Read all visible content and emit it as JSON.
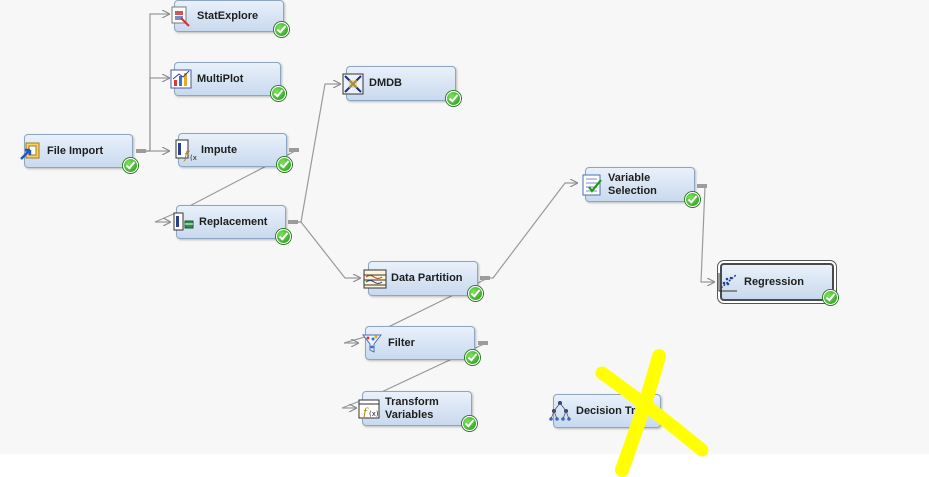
{
  "diagram": {
    "nodes": [
      {
        "id": "file-import",
        "label": "File Import",
        "icon": "file-import-icon",
        "status": "complete"
      },
      {
        "id": "statexplore",
        "label": "StatExplore",
        "icon": "statexplore-icon",
        "status": "complete"
      },
      {
        "id": "multiplot",
        "label": "MultiPlot",
        "icon": "multiplot-icon",
        "status": "complete"
      },
      {
        "id": "impute",
        "label": "Impute",
        "icon": "impute-icon",
        "status": "complete"
      },
      {
        "id": "replacement",
        "label": "Replacement",
        "icon": "replacement-icon",
        "status": "complete"
      },
      {
        "id": "dmdb",
        "label": "DMDB",
        "icon": "dmdb-icon",
        "status": "complete"
      },
      {
        "id": "data-partition",
        "label": "Data Partition",
        "icon": "data-partition-icon",
        "status": "complete"
      },
      {
        "id": "filter",
        "label": "Filter",
        "icon": "filter-icon",
        "status": "complete"
      },
      {
        "id": "transform-variables",
        "label": "Transform\nVariables",
        "icon": "transform-variables-icon",
        "status": "complete"
      },
      {
        "id": "variable-selection",
        "label": "Variable\nSelection",
        "icon": "variable-selection-icon",
        "status": "complete"
      },
      {
        "id": "regression",
        "label": "Regression",
        "icon": "regression-icon",
        "status": "complete",
        "selected": true
      },
      {
        "id": "decision-tree",
        "label": "Decision Tree",
        "icon": "decision-tree-icon",
        "status": "none"
      }
    ],
    "colors": {
      "node_fill_top": "#e9f1fb",
      "node_fill_bottom": "#c9d9ee",
      "wire": "#9a9a9a",
      "status_complete": "#2fa825",
      "annotation": "#ffff00"
    }
  }
}
